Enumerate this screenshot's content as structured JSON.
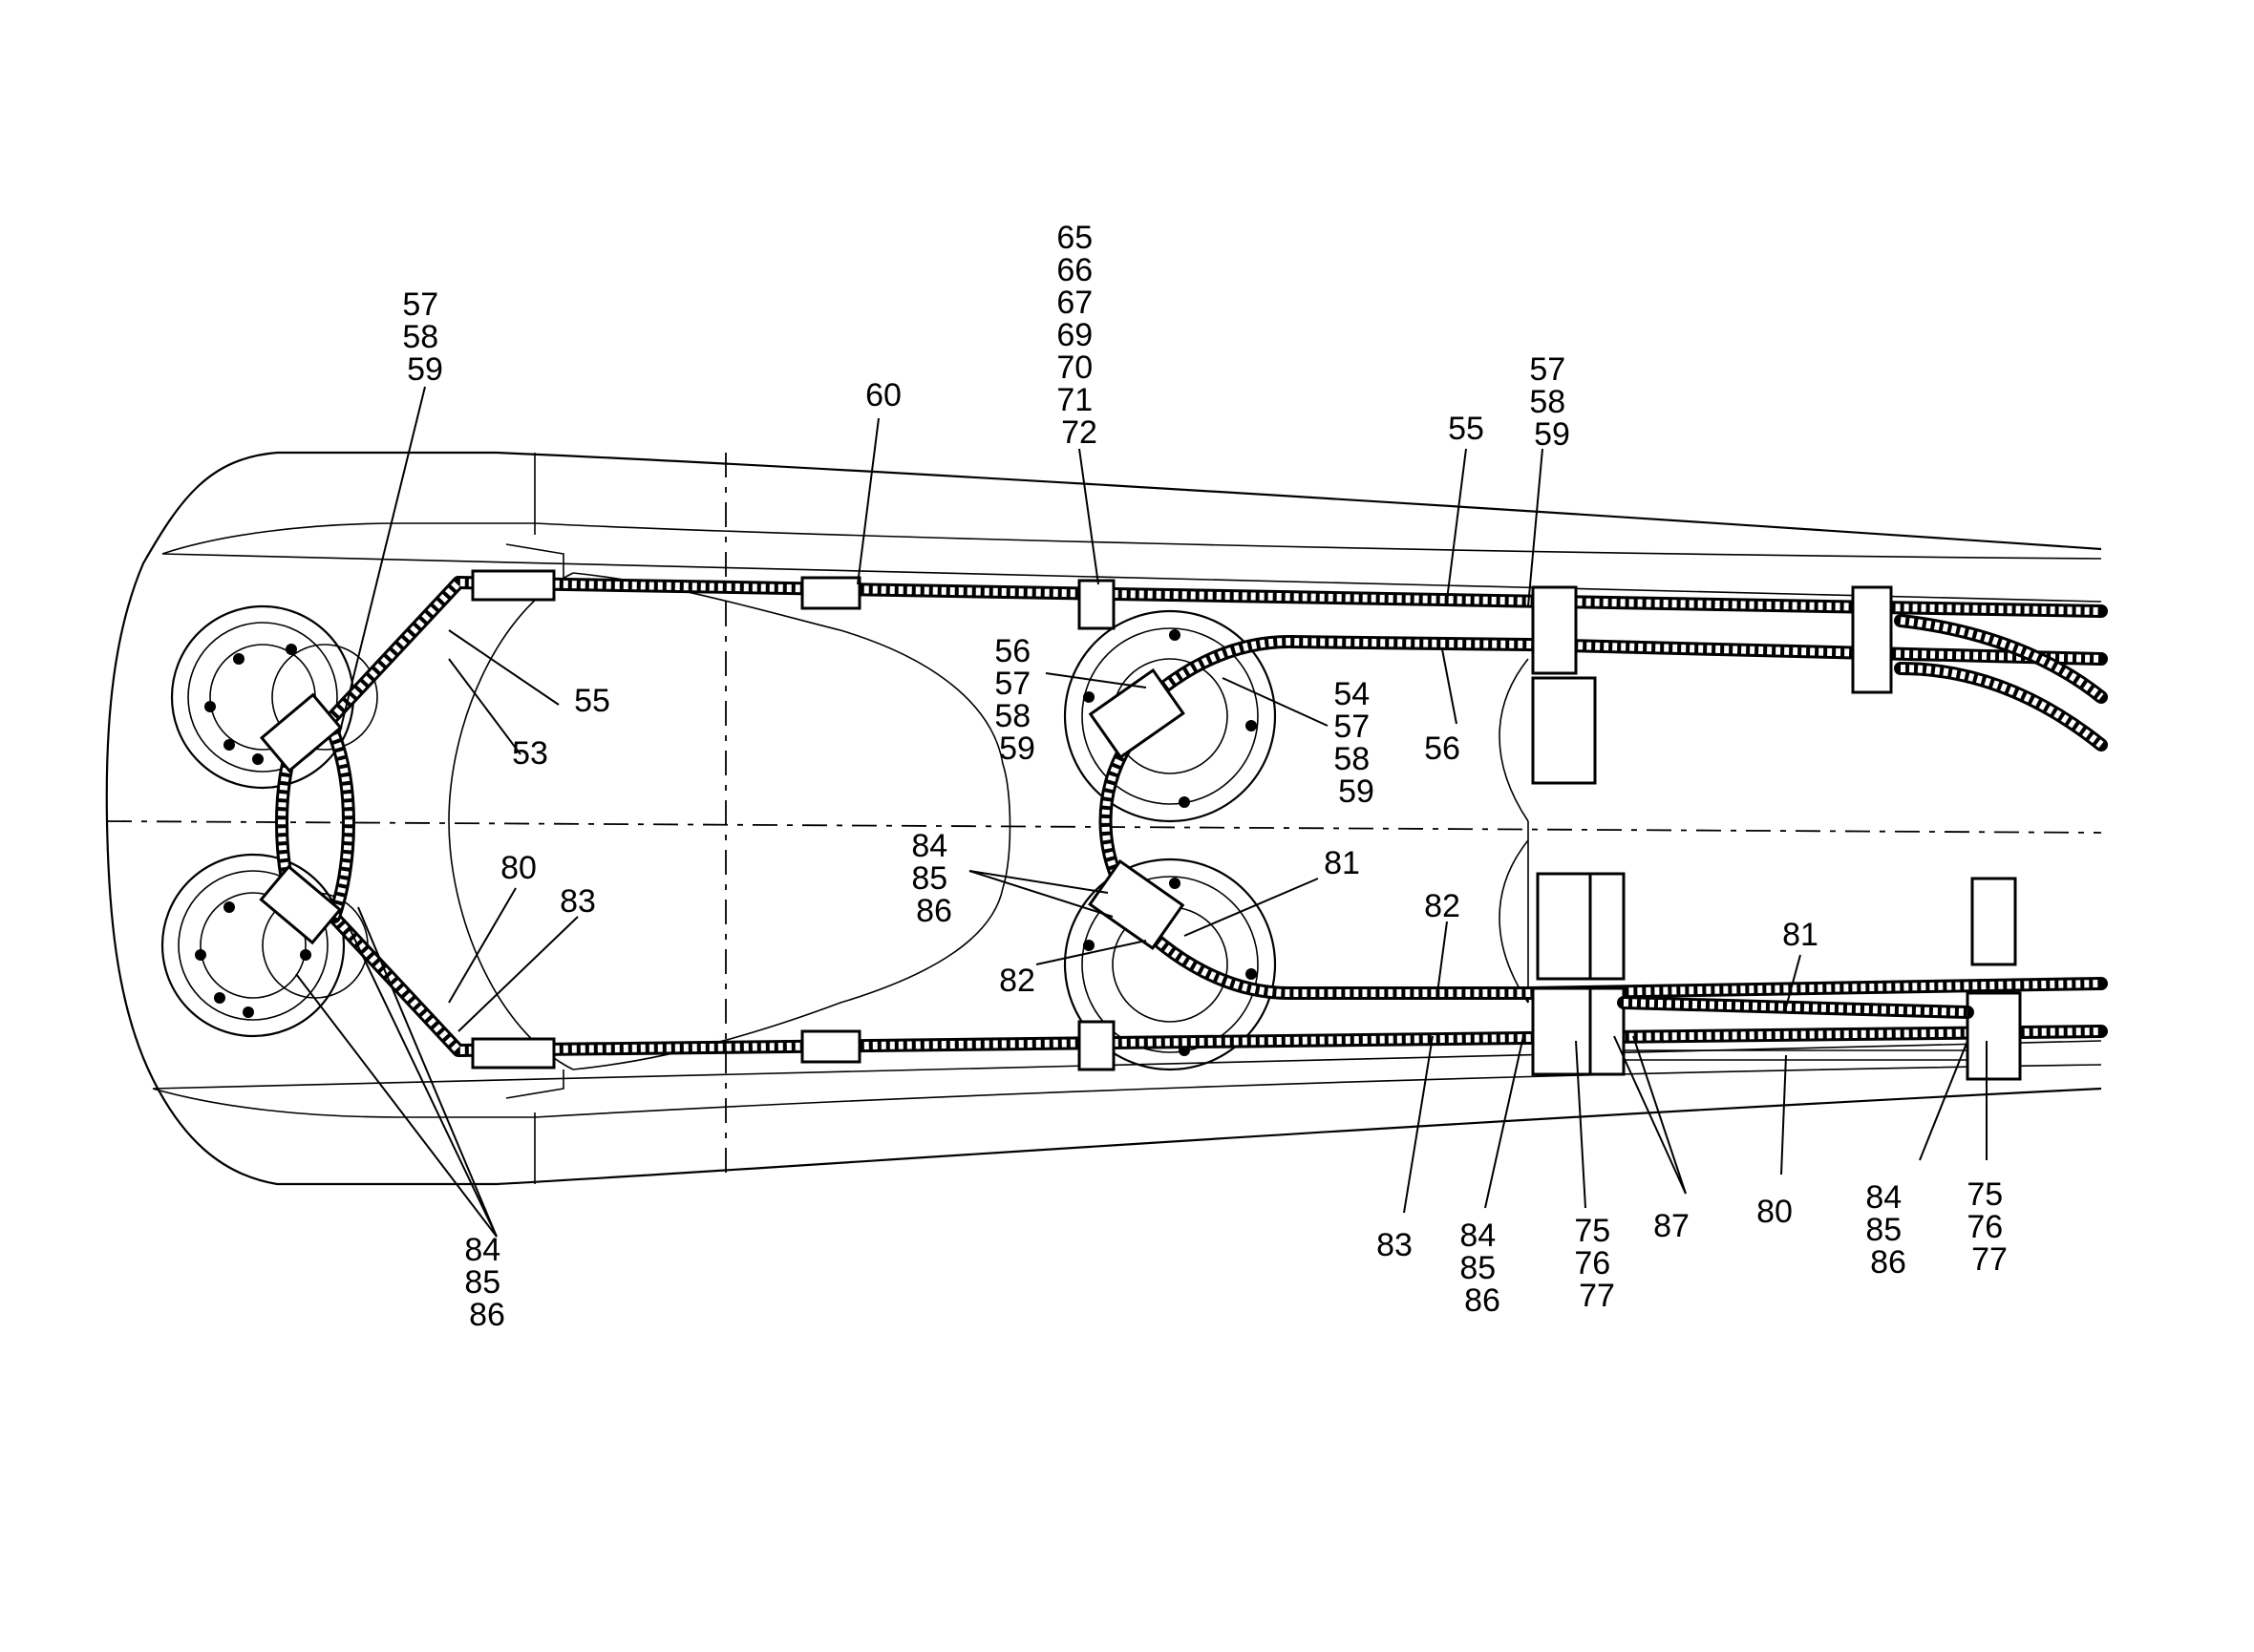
{
  "callouts": {
    "c1": [
      "57",
      "58",
      "59"
    ],
    "c2": [
      "60"
    ],
    "c3": [
      "65",
      "66",
      "67",
      "69",
      "70",
      "71",
      "72"
    ],
    "c4": [
      "55"
    ],
    "c5": [
      "57",
      "58",
      "59"
    ],
    "c6": [
      "55"
    ],
    "c7": [
      "53"
    ],
    "c8": [
      "56",
      "57",
      "58",
      "59"
    ],
    "c9": [
      "54",
      "57",
      "58",
      "59"
    ],
    "c10": [
      "56"
    ],
    "c11": [
      "80"
    ],
    "c12": [
      "83"
    ],
    "c13": [
      "84",
      "85",
      "86"
    ],
    "c14": [
      "81"
    ],
    "c15": [
      "82"
    ],
    "c16": [
      "82"
    ],
    "c17": [
      "81"
    ],
    "c18": [
      "84",
      "85",
      "86"
    ],
    "c19": [
      "83"
    ],
    "c20": [
      "84",
      "85",
      "86"
    ],
    "c21": [
      "75",
      "76",
      "77"
    ],
    "c22": [
      "87"
    ],
    "c23": [
      "80"
    ],
    "c24": [
      "84",
      "85",
      "86"
    ],
    "c25": [
      "75",
      "76",
      "77"
    ]
  }
}
